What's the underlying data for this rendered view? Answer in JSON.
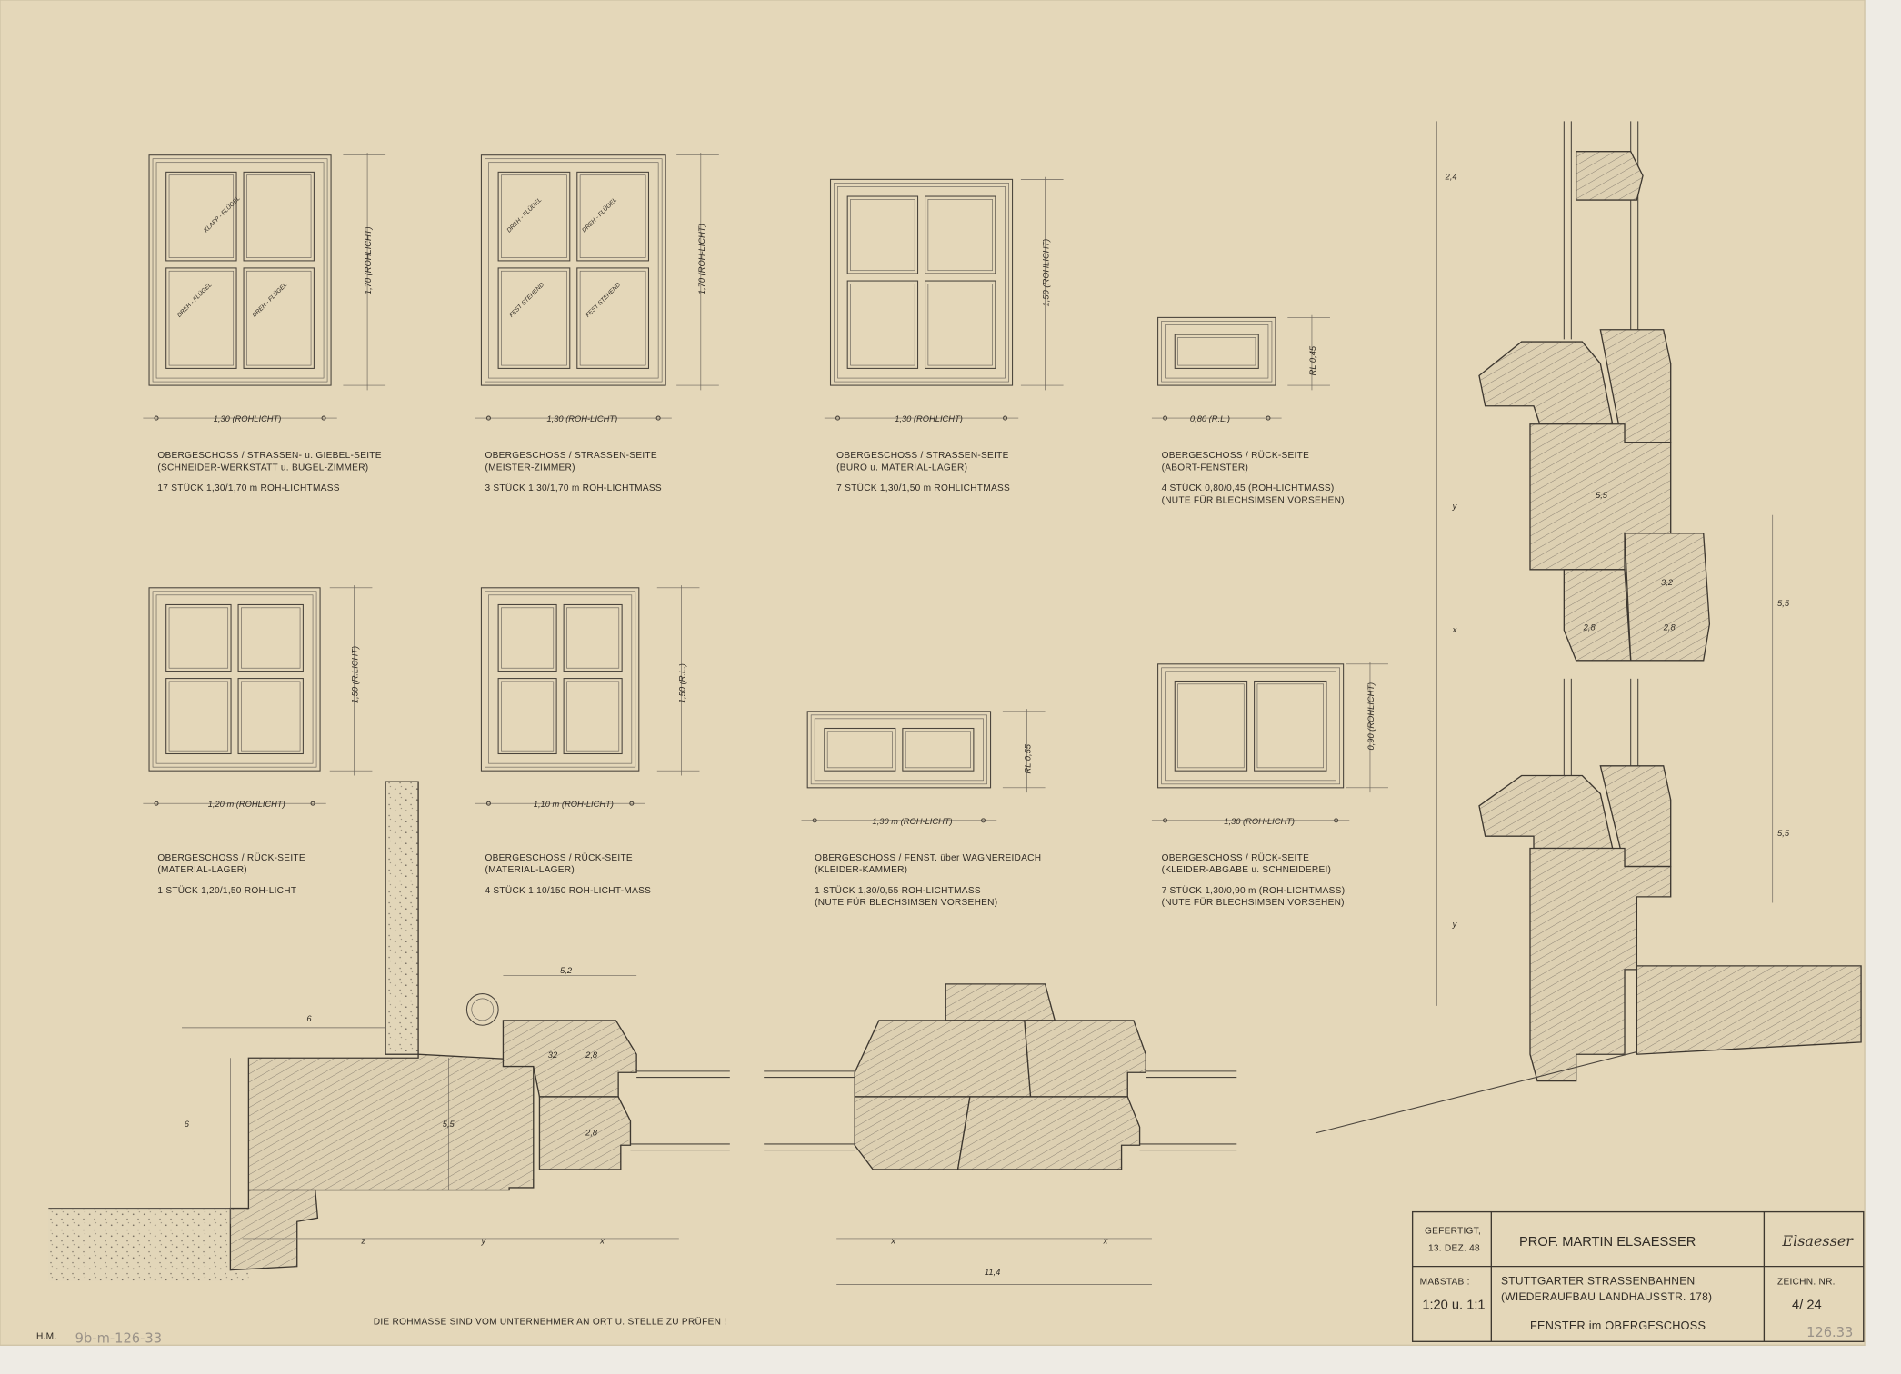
{
  "windows": [
    {
      "caption": [
        "OBERGESCHOSS / STRASSEN- u. GIEBEL-SEITE",
        "(SCHNEIDER-WERKSTATT u. BÜGEL-ZIMMER)",
        "17 STÜCK   1,30/1,70 m ROH-LICHTMASS"
      ],
      "width_dim": "1,30 (ROHLICHT)",
      "height_dim": "1,70 (ROHLICHT)",
      "pane_labels": [
        "KLAPP - FLÜGEL",
        "DREH - FLÜGEL",
        "DREH - FLÜGEL"
      ]
    },
    {
      "caption": [
        "OBERGESCHOSS / STRASSEN-SEITE",
        "(MEISTER-ZIMMER)",
        "3 STÜCK   1,30/1,70 m ROH-LICHTMASS"
      ],
      "width_dim": "1,30 (ROH-LICHT)",
      "height_dim": "1,70 (ROH-LICHT)",
      "pane_labels": [
        "DREH - FLÜGEL",
        "DREH - FLÜGEL",
        "FEST STEHEND",
        "FEST STEHEND"
      ]
    },
    {
      "caption": [
        "OBERGESCHOSS / STRASSEN-SEITE",
        "(BÜRO u. MATERIAL-LAGER)",
        "7 STÜCK   1,30/1,50 m  ROHLICHTMASS"
      ],
      "width_dim": "1,30 (ROHLICHT)",
      "height_dim": "1,50 (ROHLICHT)",
      "pane_labels": []
    },
    {
      "caption": [
        "OBERGESCHOSS / RÜCK-SEITE",
        "(ABORT-FENSTER)",
        "4 STÜCK   0,80/0,45 (ROH-LICHTMASS)",
        "(NUTE FÜR BLECHSIMSEN VORSEHEN)"
      ],
      "width_dim": "0,80 (R.L.)",
      "height_dim": "RL 0,45",
      "pane_labels": []
    },
    {
      "caption": [
        "OBERGESCHOSS / RÜCK-SEITE",
        "(MATERIAL-LAGER)",
        "1 STÜCK   1,20/1,50  ROH-LICHT"
      ],
      "width_dim": "1,20 m (ROHLICHT)",
      "height_dim": "1,50 (R.LICHT)",
      "pane_labels": []
    },
    {
      "caption": [
        "OBERGESCHOSS / RÜCK-SEITE",
        "(MATERIAL-LAGER)",
        "4 STÜCK   1,10/150   ROH-LICHT-MASS"
      ],
      "width_dim": "1,10 m (ROH-LICHT)",
      "height_dim": "1,50 (R.L.)",
      "pane_labels": []
    },
    {
      "caption": [
        "OBERGESCHOSS / FENST. über WAGNEREIDACH",
        "(KLEIDER-KAMMER)",
        "1 STÜCK   1,30/0,55  ROH-LICHTMASS",
        "(NUTE FÜR BLECHSIMSEN VORSEHEN)"
      ],
      "width_dim": "1,30 m (ROH-LICHT)",
      "height_dim": "RL 0,55",
      "pane_labels": []
    },
    {
      "caption": [
        "OBERGESCHOSS / RÜCK-SEITE",
        "(KLEIDER-ABGABE u. SCHNEIDEREI)",
        "7 STÜCK   1,30/0,90 m (ROH-LICHTMASS)",
        "(NUTE FÜR BLECHSIMSEN VORSEHEN)"
      ],
      "width_dim": "1,30 (ROH-LICHT)",
      "height_dim": "0,90 (ROHLICHT)",
      "pane_labels": []
    }
  ],
  "section_left": {
    "dims": [
      "6",
      "6",
      "5,2",
      "32",
      "2,8",
      "2,8",
      "5,5",
      "z",
      "y",
      "x"
    ]
  },
  "section_middle": {
    "dims": [
      "x",
      "x",
      "11,4"
    ]
  },
  "section_right": {
    "dims": [
      "2,4",
      "y",
      "x",
      "5,5",
      "3,2",
      "2,8",
      "2,8",
      "5,5",
      "5,5",
      "y"
    ]
  },
  "note": "DIE ROHMASSE SIND VOM UNTERNEHMER AN ORT U. STELLE ZU PRÜFEN !",
  "title_block": {
    "made_label": "GEFERTIGT,",
    "made_date": "13. DEZ. 48",
    "architect": "PROF. MARTIN ELSAESSER",
    "signature": "Elsaesser",
    "scale_label": "MAßSTAB :",
    "scale_value": "1:20 u. 1:1",
    "project_line1": "STUTTGARTER  STRASSENBAHNEN",
    "project_line2": "(WIEDERAUFBAU LANDHAUSSTR. 178)",
    "drawing_title": "FENSTER im OBERGESCHOSS",
    "drawing_no_label": "ZEICHN. NR.",
    "drawing_no": "4/ 24"
  },
  "marks": {
    "initials": "H.M.",
    "archive_left": "9b-m-126-33",
    "archive_right": "126.33"
  }
}
